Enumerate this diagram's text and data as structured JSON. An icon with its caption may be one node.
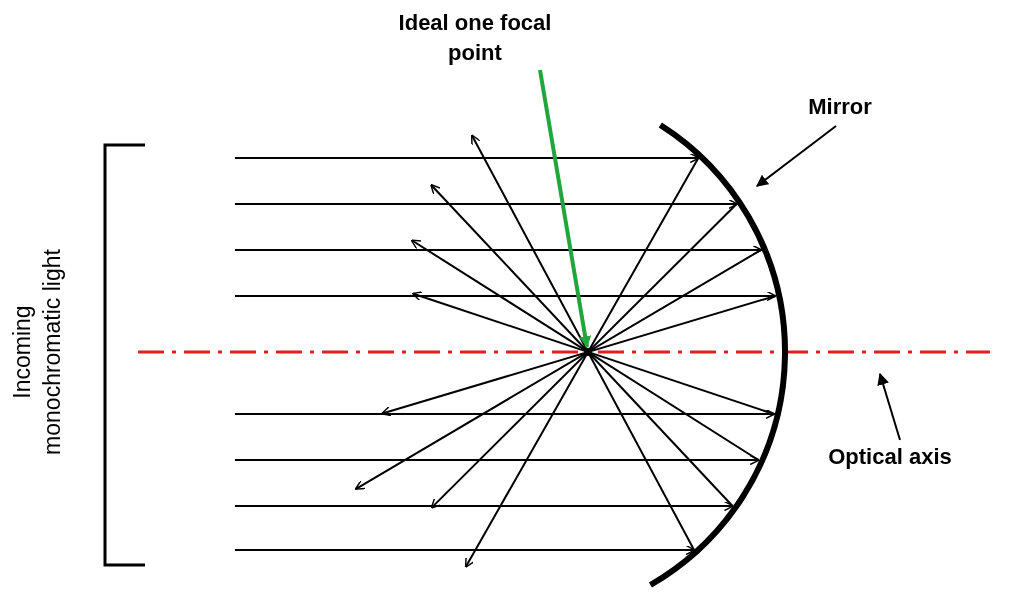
{
  "diagram": {
    "nodes": [
      {
        "text": [
          "Ideal one focal point"
        ]
      },
      {
        "text": [
          "Mirror"
        ]
      },
      {
        "text": [
          "Optical axis"
        ]
      },
      {
        "text": [],
        "shape": "arc"
      },
      {
        "text": [],
        "shape": "circle"
      }
    ],
    "edges": [
      {
        "from": 0,
        "to": 4,
        "arrow": "to",
        "color": "#22a53c",
        "style": "thick"
      },
      {
        "from": 1,
        "to": 3,
        "arrow": "to"
      },
      {
        "from": 2,
        "to": null,
        "arrow": "to"
      }
    ],
    "labels": [
      "Incoming monochromatic light"
    ]
  }
}
